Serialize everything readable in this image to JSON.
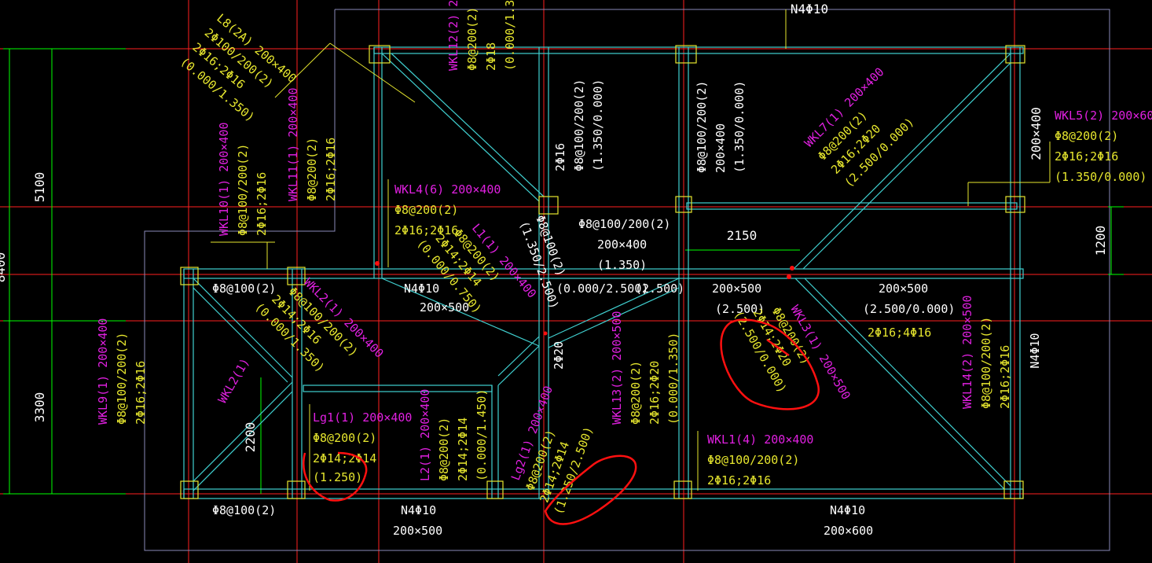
{
  "colors": {
    "background": "#000000",
    "axis": "#ff2020",
    "dimension": "#00ff00",
    "beam": "#40d0d0",
    "wall": "#8a8ab8",
    "purple_label": "#e020e0",
    "yellow_label": "#e6e62e",
    "white_label": "#ffffff",
    "column": "#e6e62e",
    "markup": "#ff1010"
  },
  "dimensions": {
    "overall": "8400",
    "upper": "5100",
    "lower": "3300",
    "lg1_span": "2200",
    "span_2150": "2150",
    "right_1200": "1200",
    "right_200x400": "200×400"
  },
  "top_note": "N4Φ10",
  "beams": {
    "wkl12": {
      "name": "WKL12(2) 20",
      "stirrup": "Φ8@200(2)",
      "bars": "2Φ18",
      "elev": "(0.000/1.350"
    },
    "wkl8": {
      "name": "L8(2A) 200×400",
      "stirrup": "2Φ100/200(2)",
      "bars": "2Φ16;2Φ16",
      "elev": "(0.000/1.350)"
    },
    "wkl11": {
      "name": "WKL11(1) 200×400",
      "stirrup": "Φ8@200(2)",
      "bars": "2Φ16;2Φ16"
    },
    "wkl10": {
      "name": "WKL10(1) 200×400",
      "stirrup": "Φ8@100/200(2)",
      "bars": "2Φ16;2Φ16"
    },
    "wkl4": {
      "name": "WKL4(6) 200×400",
      "stirrup": "Φ8@200(2)",
      "bars": "2Φ16;2Φ16"
    },
    "l1": {
      "name": "L1(1) 200×400",
      "stirrup": "Φ8@200(2)",
      "bars": "2Φ14;2Φ14",
      "elev": "(0.000/0.750)"
    },
    "wkl2": {
      "name": "WKL2(1) 200×400",
      "stirrup": "Φ8@100/200(2)",
      "bars": "2Φ14;2Φ16",
      "elev": "(0.000/1.350)"
    },
    "wkl2b": {
      "name": "WKL2(1)"
    },
    "wkl9": {
      "name": "WKL9(1) 200×400",
      "stirrup": "Φ8@100/200(2)",
      "bars": "2Φ16;2Φ16"
    },
    "lg1": {
      "name": "Lg1(1) 200×400",
      "stirrup": "Φ8@200(2)",
      "bars": "2Φ14;2Φ14",
      "elev": "(1.250)"
    },
    "l2": {
      "name": "L2(1) 200×400",
      "stirrup": "Φ8@200(2)",
      "bars": "2Φ14;2Φ14",
      "elev": "(0.000/1.450)"
    },
    "lg2": {
      "name": "Lg2(1) 200×400",
      "stirrup": "Φ8@200(2)",
      "bars": "2Φ14;2Φ14",
      "elev": "(1.250/2.500)"
    },
    "wkl13": {
      "name": "WKL13(2) 200×500",
      "stirrup": "Φ8@200(2)",
      "bars": "2Φ16;2Φ20",
      "elev": "(0.000/1.350)"
    },
    "wkl7": {
      "name": "WKL7(1) 200×400",
      "stirrup": "Φ8@200(2)",
      "bars": "2Φ16;2Φ20",
      "elev": "(2.500/0.000)"
    },
    "wkl5": {
      "name": "WKL5(2) 200×60",
      "stirrup": "Φ8@200(2)",
      "bars": "2Φ16;2Φ16",
      "elev": "(1.350/0.000)"
    },
    "wkl3": {
      "name": "WKL3(1) 200×500",
      "stirrup": "Φ8@200(2)",
      "bars": "2Φ14;2Φ20",
      "elev": "(2.500/0.000)"
    },
    "wkl14": {
      "name": "WKL14(2) 200×500",
      "stirrup": "Φ8@100/200(2)",
      "bars": "2Φ16;2Φ16"
    },
    "wkl1": {
      "name": "WKL1(4) 200×400",
      "stirrup": "Φ8@100/200(2)",
      "bars": "2Φ16;2Φ16"
    }
  },
  "labels": {
    "phi8_100_left": "Φ8@100(2)",
    "phi8_100_bottom": "Φ8@100(2)",
    "n4_mid": "N4Φ10",
    "n4_mid_size": "200×500",
    "n4_bottom": "N4Φ10",
    "n4_bottom_size": "200×500",
    "n4_bottom_right": "N4Φ10",
    "n4_bottom_right_size": "200×600",
    "n4_right": "N4Φ10",
    "top_mid_rot1": "2Φ16",
    "top_mid_rot2": "Φ8@100/200(2)",
    "top_mid_rot3": "(1.350/0.000)",
    "top_right_rot1": "Φ8@100/200(2)",
    "top_right_rot2": "200×400",
    "top_right_rot3": "(1.350/0.000)",
    "mid_stirrup": "Φ8@100/200(2)",
    "mid_size": "200×400",
    "mid_elev": "(1.350)",
    "diag_a": "Φ8@100(2)",
    "diag_b": "(1.350/2.500)",
    "elev_a": "(0.000/2.500)",
    "elev_b": "(2.500)",
    "r_size": "200×500",
    "r_elev": "(2.500)",
    "rr_size": "200×500",
    "rr_elev": "(2.500/0.000)",
    "rr_bars": "2Φ16;4Φ16",
    "vert_2phi20": "2Φ20"
  }
}
